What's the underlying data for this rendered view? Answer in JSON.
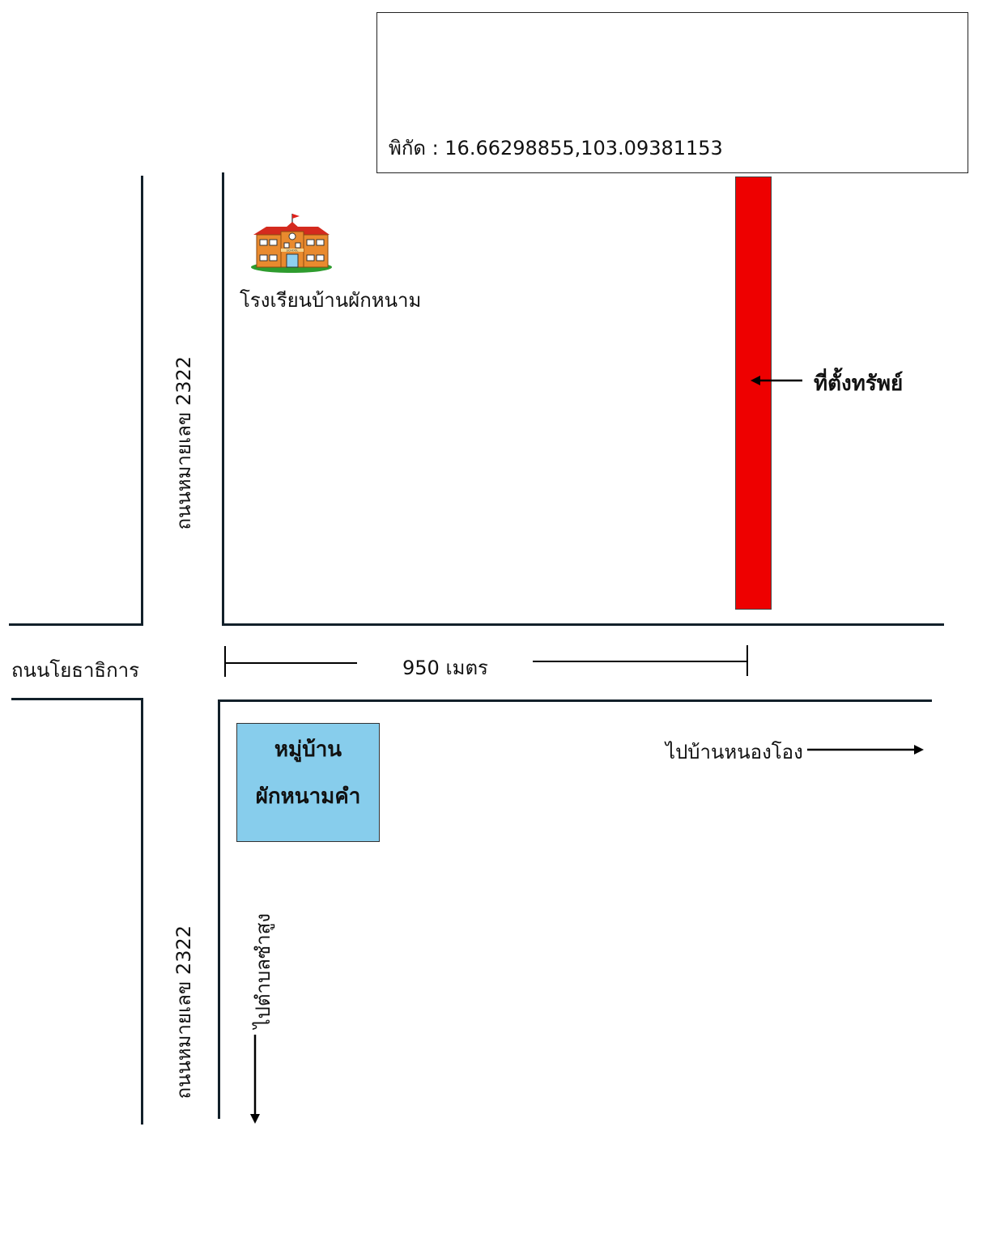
{
  "coordinates": {
    "text": "พิกัด : 16.66298855,103.09381153"
  },
  "school": {
    "label": "โรงเรียนบ้านผักหนาม",
    "sign": "SCHOOL"
  },
  "property": {
    "label": "ที่ตั้งทรัพย์",
    "color": "#ee0000"
  },
  "roads": {
    "highway_north": "ถนนหมายเลข 2322",
    "highway_south": "ถนนหมายเลข 2322",
    "cross_road": "ถนนโยธาธิการ"
  },
  "distance": {
    "label": "950 เมตร"
  },
  "village": {
    "line1": "หมู่บ้าน",
    "line2": "ผักหนามคำ",
    "color": "#87cdec"
  },
  "directions": {
    "east": "ไปบ้านหนองโอง",
    "south": "ไปตำบลซำสูง"
  },
  "icons": {
    "school": "school-building-icon",
    "arrow_left": "arrow-left-icon",
    "arrow_right": "arrow-right-icon",
    "arrow_down": "arrow-down-icon"
  }
}
